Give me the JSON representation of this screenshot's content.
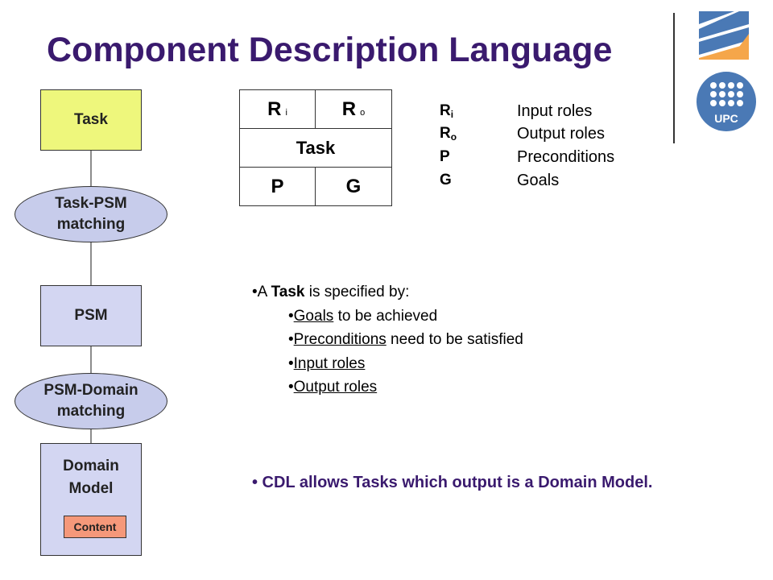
{
  "title": "Component Description Language",
  "flow": {
    "task": "Task",
    "task_psm": [
      "Task-PSM",
      "matching"
    ],
    "psm": "PSM",
    "psm_domain": [
      "PSM-Domain",
      "matching"
    ],
    "domain_model": [
      "Domain",
      "Model"
    ],
    "content": "Content"
  },
  "task_table": {
    "ri": "R",
    "ri_sub": "i",
    "ro": "R",
    "ro_sub": "o",
    "task": "Task",
    "p": "P",
    "g": "G"
  },
  "legend": [
    {
      "sym": "R",
      "sub": "i",
      "desc": "Input roles"
    },
    {
      "sym": "R",
      "sub": "o",
      "desc": "Output roles"
    },
    {
      "sym": "P",
      "sub": "",
      "desc": "Preconditions"
    },
    {
      "sym": "G",
      "sub": "",
      "desc": "Goals"
    }
  ],
  "spec": {
    "intro_a": "•A ",
    "intro_task": "Task",
    "intro_b": " is specified by:",
    "items": [
      {
        "bullet": "•",
        "link": "Goals",
        "rest": " to be achieved"
      },
      {
        "bullet": "•",
        "link": "Preconditions",
        "rest": " need to be satisfied"
      },
      {
        "bullet": "•",
        "link": "Input roles",
        "rest": ""
      },
      {
        "bullet": "•",
        "link": "Output roles",
        "rest": ""
      }
    ]
  },
  "note": "• CDL allows Tasks which output is a Domain Model.",
  "colors": {
    "title": "#3a1a6e",
    "task_box": "#eef77c",
    "psm_box": "#d3d6f2",
    "content_box": "#f5987a",
    "logo_blue": "#4a79b5"
  }
}
